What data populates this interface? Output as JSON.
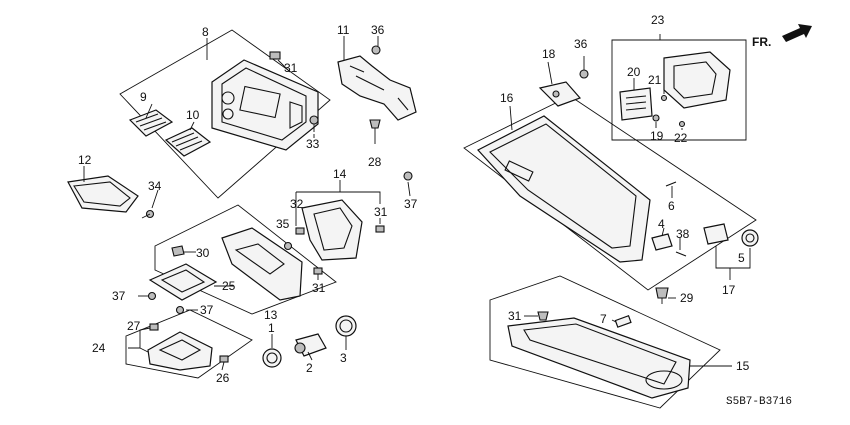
{
  "parts": {
    "p1": "1",
    "p2": "2",
    "p3": "3",
    "p4": "4",
    "p5": "5",
    "p6": "6",
    "p7": "7",
    "p8": "8",
    "p9": "9",
    "p10": "10",
    "p11": "11",
    "p12": "12",
    "p13": "13",
    "p14": "14",
    "p15": "15",
    "p16": "16",
    "p17": "17",
    "p18": "18",
    "p19": "19",
    "p20": "20",
    "p21": "21",
    "p22": "22",
    "p23": "23",
    "p24": "24",
    "p25": "25",
    "p26": "26",
    "p27": "27",
    "p28": "28",
    "p29": "29",
    "p30": "30",
    "p31": "31",
    "p32": "32",
    "p33": "33",
    "p34": "34",
    "p35": "35",
    "p36": "36",
    "p37": "37",
    "p38": "38"
  },
  "front_marker": "FR.",
  "diagram_code": "S5B7-B3716"
}
